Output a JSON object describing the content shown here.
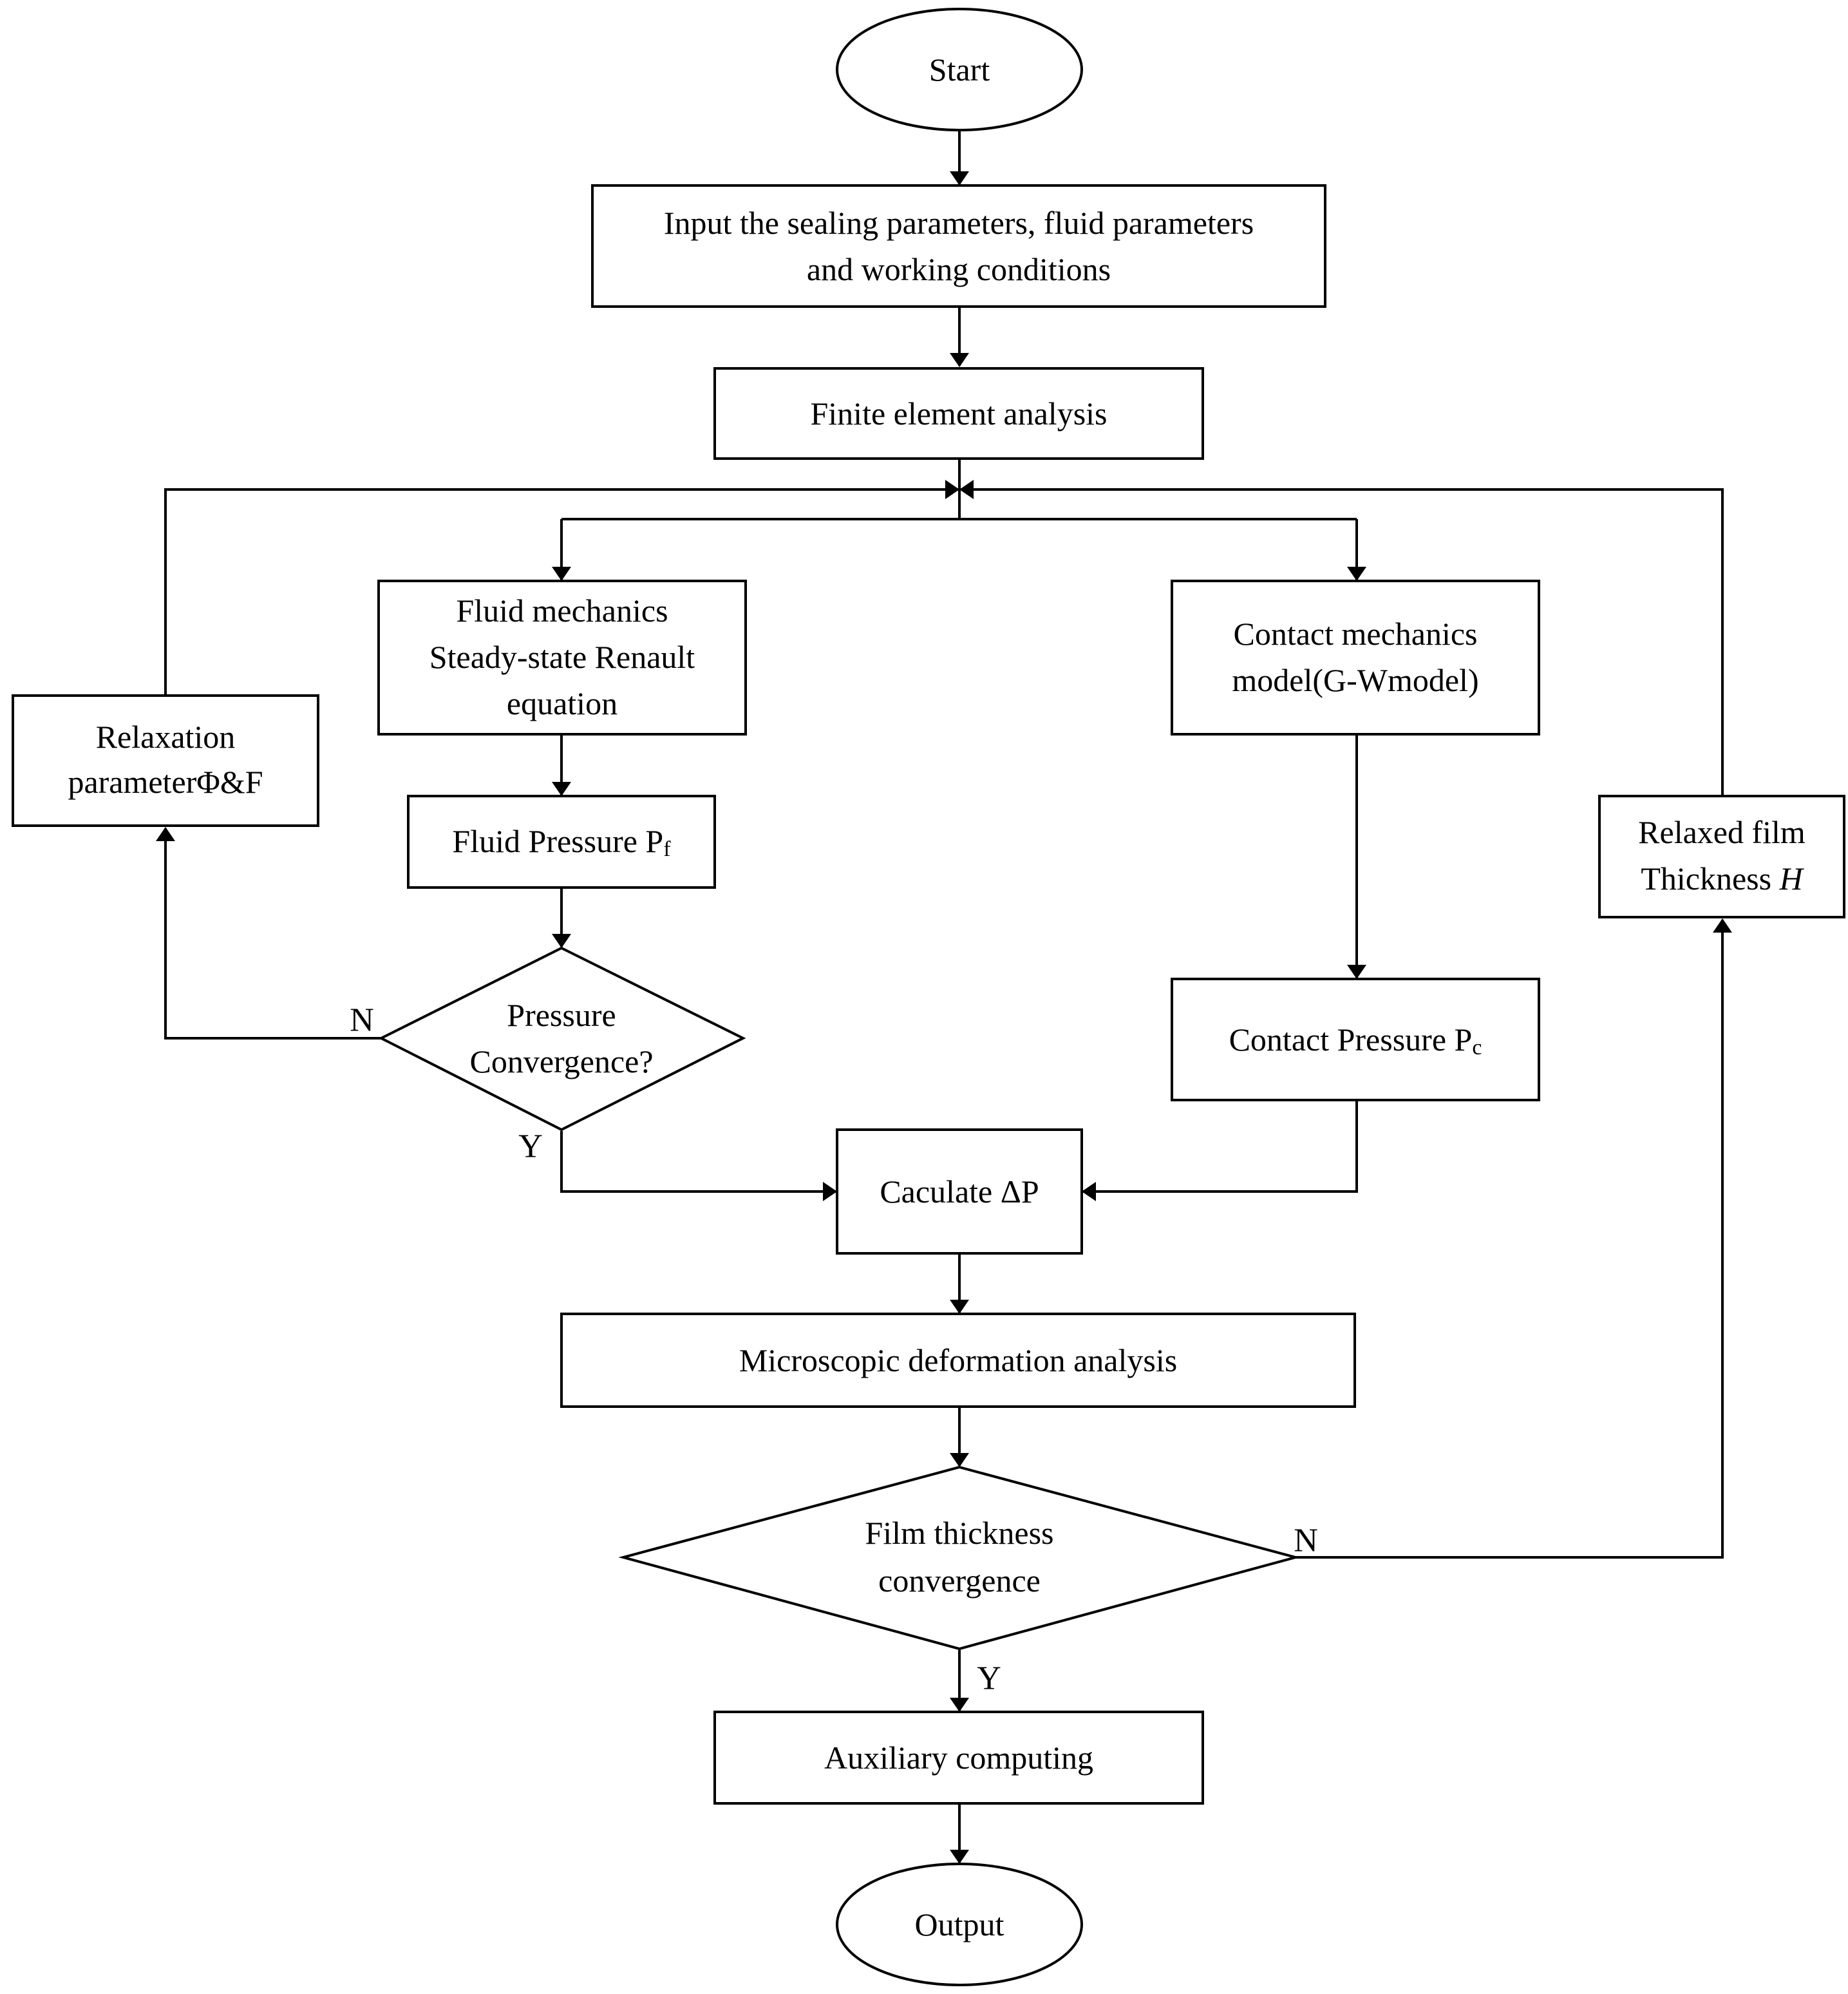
{
  "nodes": {
    "start": {
      "text": "Start"
    },
    "input": {
      "line1": "Input the sealing parameters, fluid parameters",
      "line2": "and working conditions"
    },
    "fea": {
      "text": "Finite element analysis"
    },
    "fluid_mech": {
      "line1": "Fluid mechanics",
      "line2": "Steady-state Renault",
      "line3": "equation"
    },
    "contact_mech": {
      "line1": "Contact mechanics",
      "line2": "model(G-Wmodel)"
    },
    "relaxation": {
      "line1": "Relaxation",
      "line2": "parameterΦ&F"
    },
    "fluid_pressure": {
      "text": "Fluid Pressure P",
      "sub": "f"
    },
    "pressure_conv": {
      "line1": "Pressure",
      "line2": "Convergence?"
    },
    "contact_pressure": {
      "text": "Contact Pressure P",
      "sub": "c"
    },
    "relaxed_film": {
      "line1": "Relaxed film",
      "line2": "Thickness ",
      "italic": "H"
    },
    "calc_dp": {
      "text": "Caculate ΔP"
    },
    "micro_deform": {
      "text": "Microscopic deformation analysis"
    },
    "film_conv": {
      "line1": "Film thickness",
      "line2": "convergence"
    },
    "aux": {
      "text": "Auxiliary computing"
    },
    "output": {
      "text": "Output"
    }
  },
  "edge_labels": {
    "pressure_no": "N",
    "pressure_yes": "Y",
    "film_no": "N",
    "film_yes": "Y"
  }
}
